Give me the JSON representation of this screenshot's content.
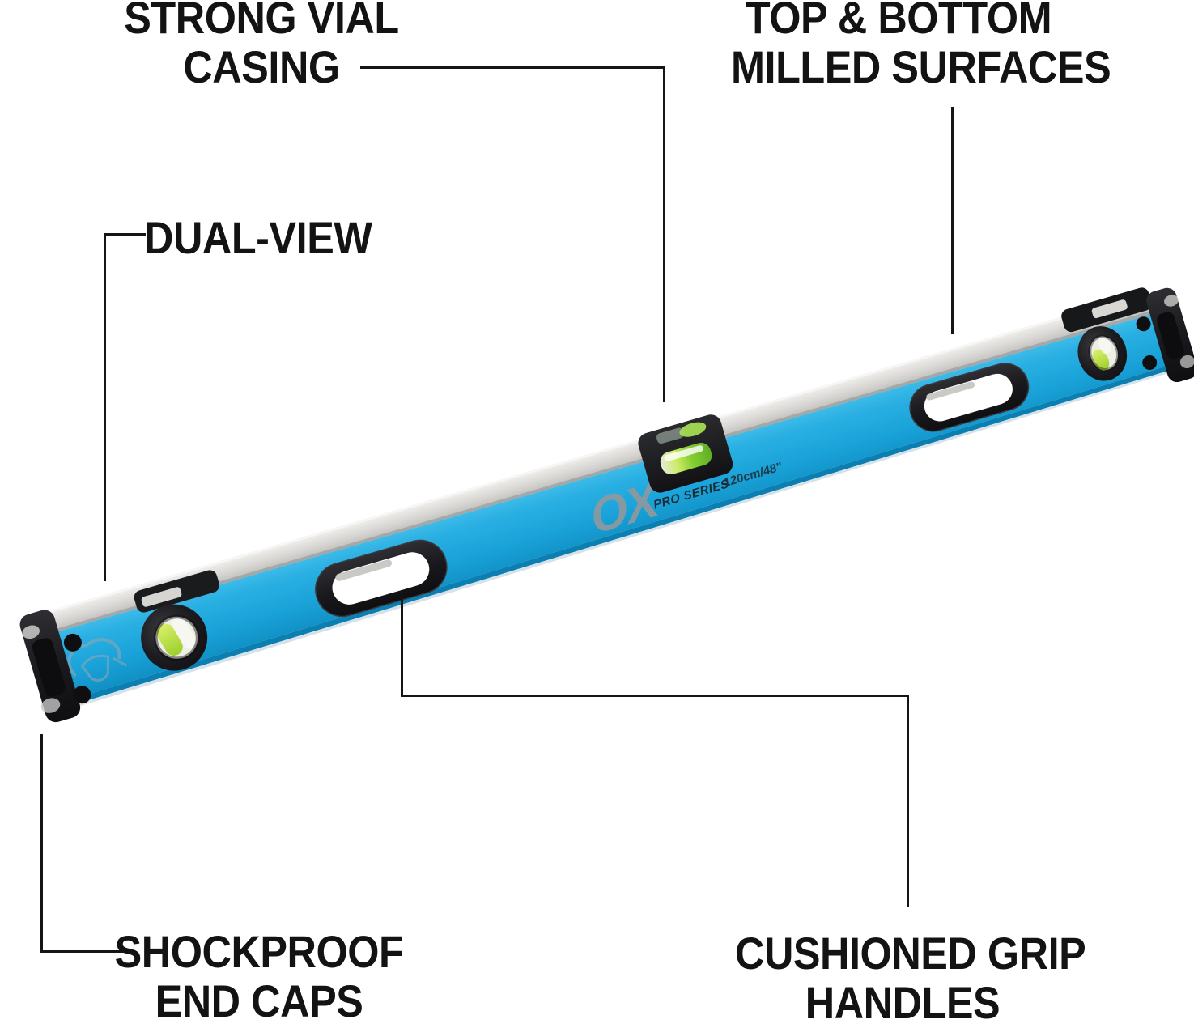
{
  "image_type": "product feature callout diagram",
  "product": {
    "name": "spirit level",
    "brand_logo": "OX",
    "series_label": "PRO SERIES",
    "size_label": "120cm/48\""
  },
  "colors": {
    "background": "#ffffff",
    "label_text": "#131313",
    "callout_line": "#151515",
    "level_blue": "#1aa3d9",
    "level_blue_light": "#3cbbe9",
    "level_blue_dark": "#0b7fb1",
    "milled_silver": "#d8d7d4",
    "cap_black": "#17171b",
    "vial_green": "#9ccf2d",
    "etched_logo_gray": "#8fa6b3"
  },
  "callouts": [
    {
      "id": "strong-vial-casing",
      "lines": [
        "STRONG VIAL",
        "CASING"
      ]
    },
    {
      "id": "top-bottom-milled-surfaces",
      "lines": [
        "TOP & BOTTOM",
        "MILLED SURFACES"
      ]
    },
    {
      "id": "dual-view",
      "lines": [
        "DUAL-VIEW"
      ]
    },
    {
      "id": "shockproof-end-caps",
      "lines": [
        "SHOCKPROOF",
        "END CAPS"
      ]
    },
    {
      "id": "cushioned-grip-handles",
      "lines": [
        "CUSHIONED GRIP",
        "HANDLES"
      ]
    }
  ]
}
